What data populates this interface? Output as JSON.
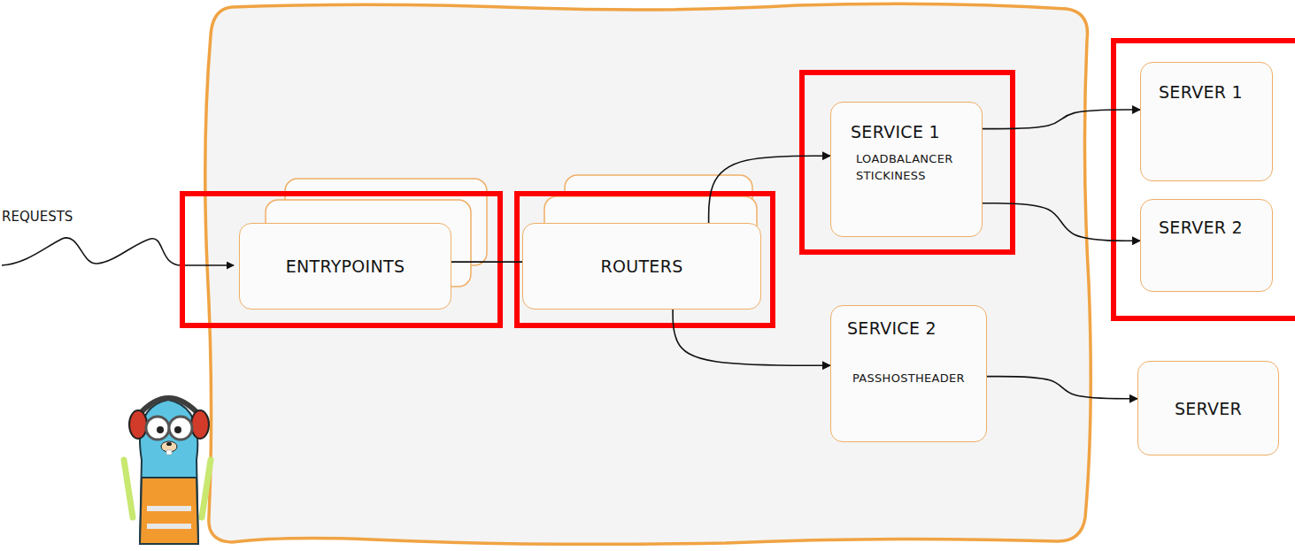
{
  "diagram": {
    "nodes": [
      {
        "text": [
          "ENTRYPOINTS"
        ]
      },
      {
        "text": [
          "ROUTERS"
        ]
      },
      {
        "text": [
          "SERVICE 1",
          "LOADBALANCER",
          "STICKINESS"
        ]
      },
      {
        "text": [
          "SERVICE 2",
          "PASSHOSTHEADER"
        ]
      },
      {
        "text": [
          "SERVER 1"
        ]
      },
      {
        "text": [
          "SERVER 2"
        ]
      },
      {
        "text": [
          "SERVER"
        ]
      }
    ],
    "edges": [
      {
        "from": 0,
        "to": 1,
        "arrow": "none"
      },
      {
        "from": 1,
        "to": 2,
        "arrow": "to"
      },
      {
        "from": 1,
        "to": 3,
        "arrow": "to"
      },
      {
        "from": 2,
        "to": 4,
        "arrow": "to"
      },
      {
        "from": 2,
        "to": 5,
        "arrow": "to"
      },
      {
        "from": 3,
        "to": 6,
        "arrow": "to"
      }
    ],
    "labels": [
      "REQUESTS"
    ]
  }
}
